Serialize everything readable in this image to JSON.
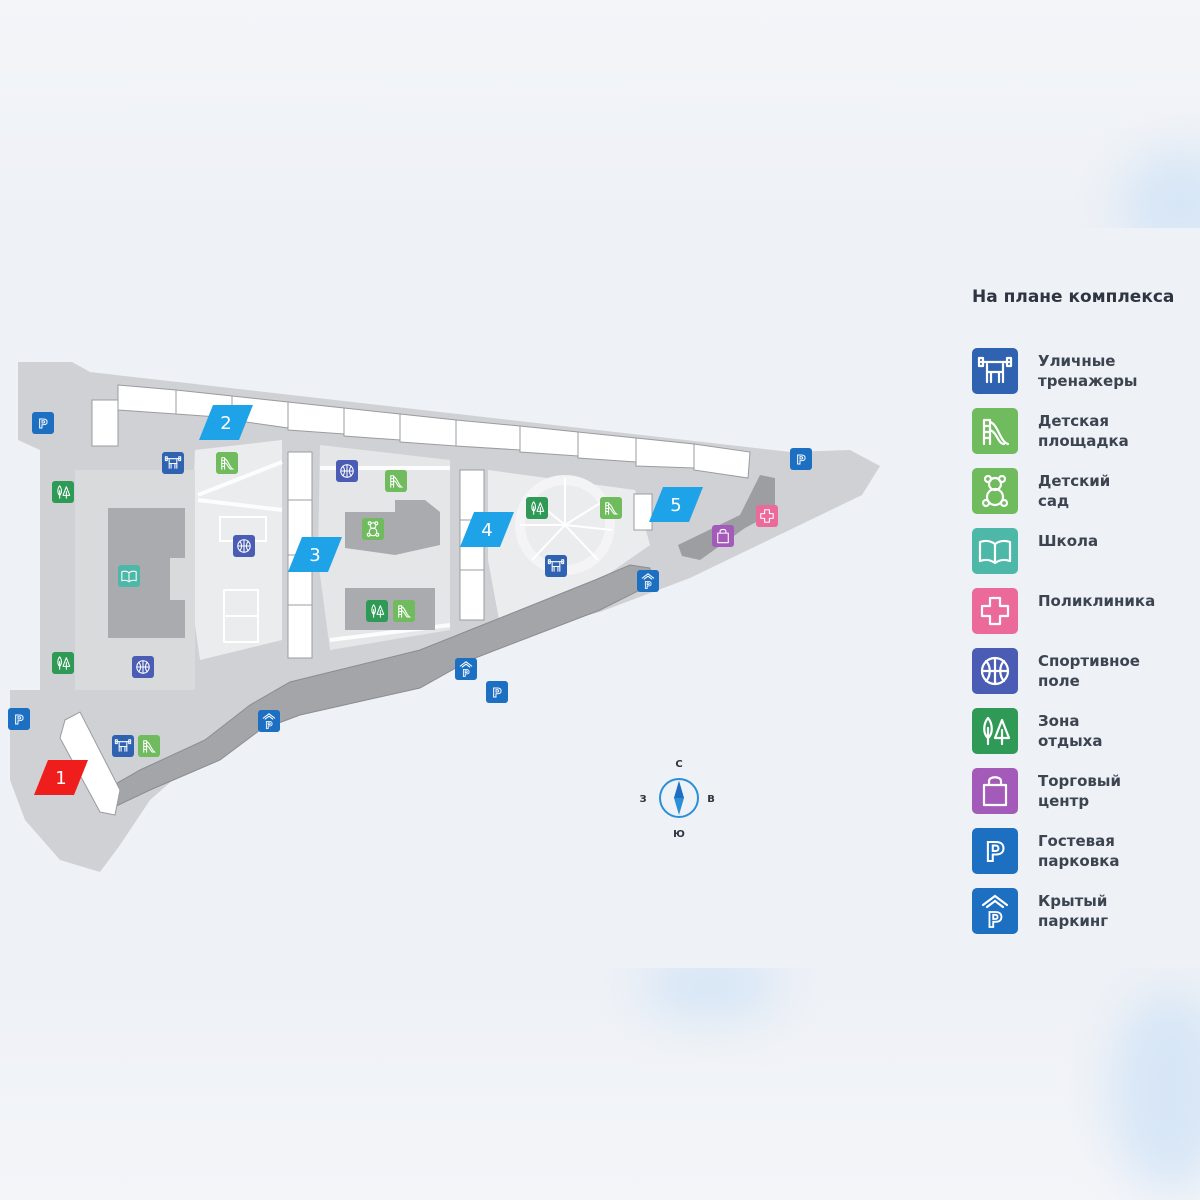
{
  "legend": {
    "title": "На плане комплекса",
    "items": [
      {
        "key": "workout",
        "label": "Уличные\nтренажеры",
        "color": "#2f62b1",
        "icon": "workout-equipment-icon"
      },
      {
        "key": "playground",
        "label": "Детская\nплощадка",
        "color": "#6fbb5d",
        "icon": "playground-slide-icon"
      },
      {
        "key": "kindergarten",
        "label": "Детский\nсад",
        "color": "#6fbb5d",
        "icon": "teddy-bear-icon"
      },
      {
        "key": "school",
        "label": "Школа",
        "color": "#4db8a8",
        "icon": "open-book-icon"
      },
      {
        "key": "clinic",
        "label": "Поликлиника",
        "color": "#ec6a99",
        "icon": "medical-cross-icon"
      },
      {
        "key": "sports",
        "label": "Спортивное\nполе",
        "color": "#4a5cb4",
        "icon": "basketball-icon"
      },
      {
        "key": "recreation",
        "label": "Зона\nотдыха",
        "color": "#2e9a55",
        "icon": "trees-icon"
      },
      {
        "key": "mall",
        "label": "Торговый\nцентр",
        "color": "#a35ab8",
        "icon": "shopping-bag-icon"
      },
      {
        "key": "guest_parking",
        "label": "Гостевая\nпарковка",
        "color": "#1d6fc2",
        "icon": "parking-icon"
      },
      {
        "key": "covered_parking",
        "label": "Крытый\nпаркинг",
        "color": "#1d6fc2",
        "icon": "covered-parking-icon"
      }
    ]
  },
  "buildings": [
    {
      "label": "1",
      "color": "#f01d1d",
      "status": "selected"
    },
    {
      "label": "2",
      "color": "#1fa3e8"
    },
    {
      "label": "3",
      "color": "#1fa3e8"
    },
    {
      "label": "4",
      "color": "#1fa3e8"
    },
    {
      "label": "5",
      "color": "#1fa3e8"
    }
  ],
  "compass": {
    "north": "С",
    "south": "Ю",
    "west": "З",
    "east": "В",
    "color": "#2a8fd8"
  },
  "colors": {
    "territory": "#cfd1d4",
    "plaza": "#ebecee",
    "building_gray": "#aeb0b3",
    "building_dark": "#9c9ea1",
    "outline": "#8a8c90"
  }
}
